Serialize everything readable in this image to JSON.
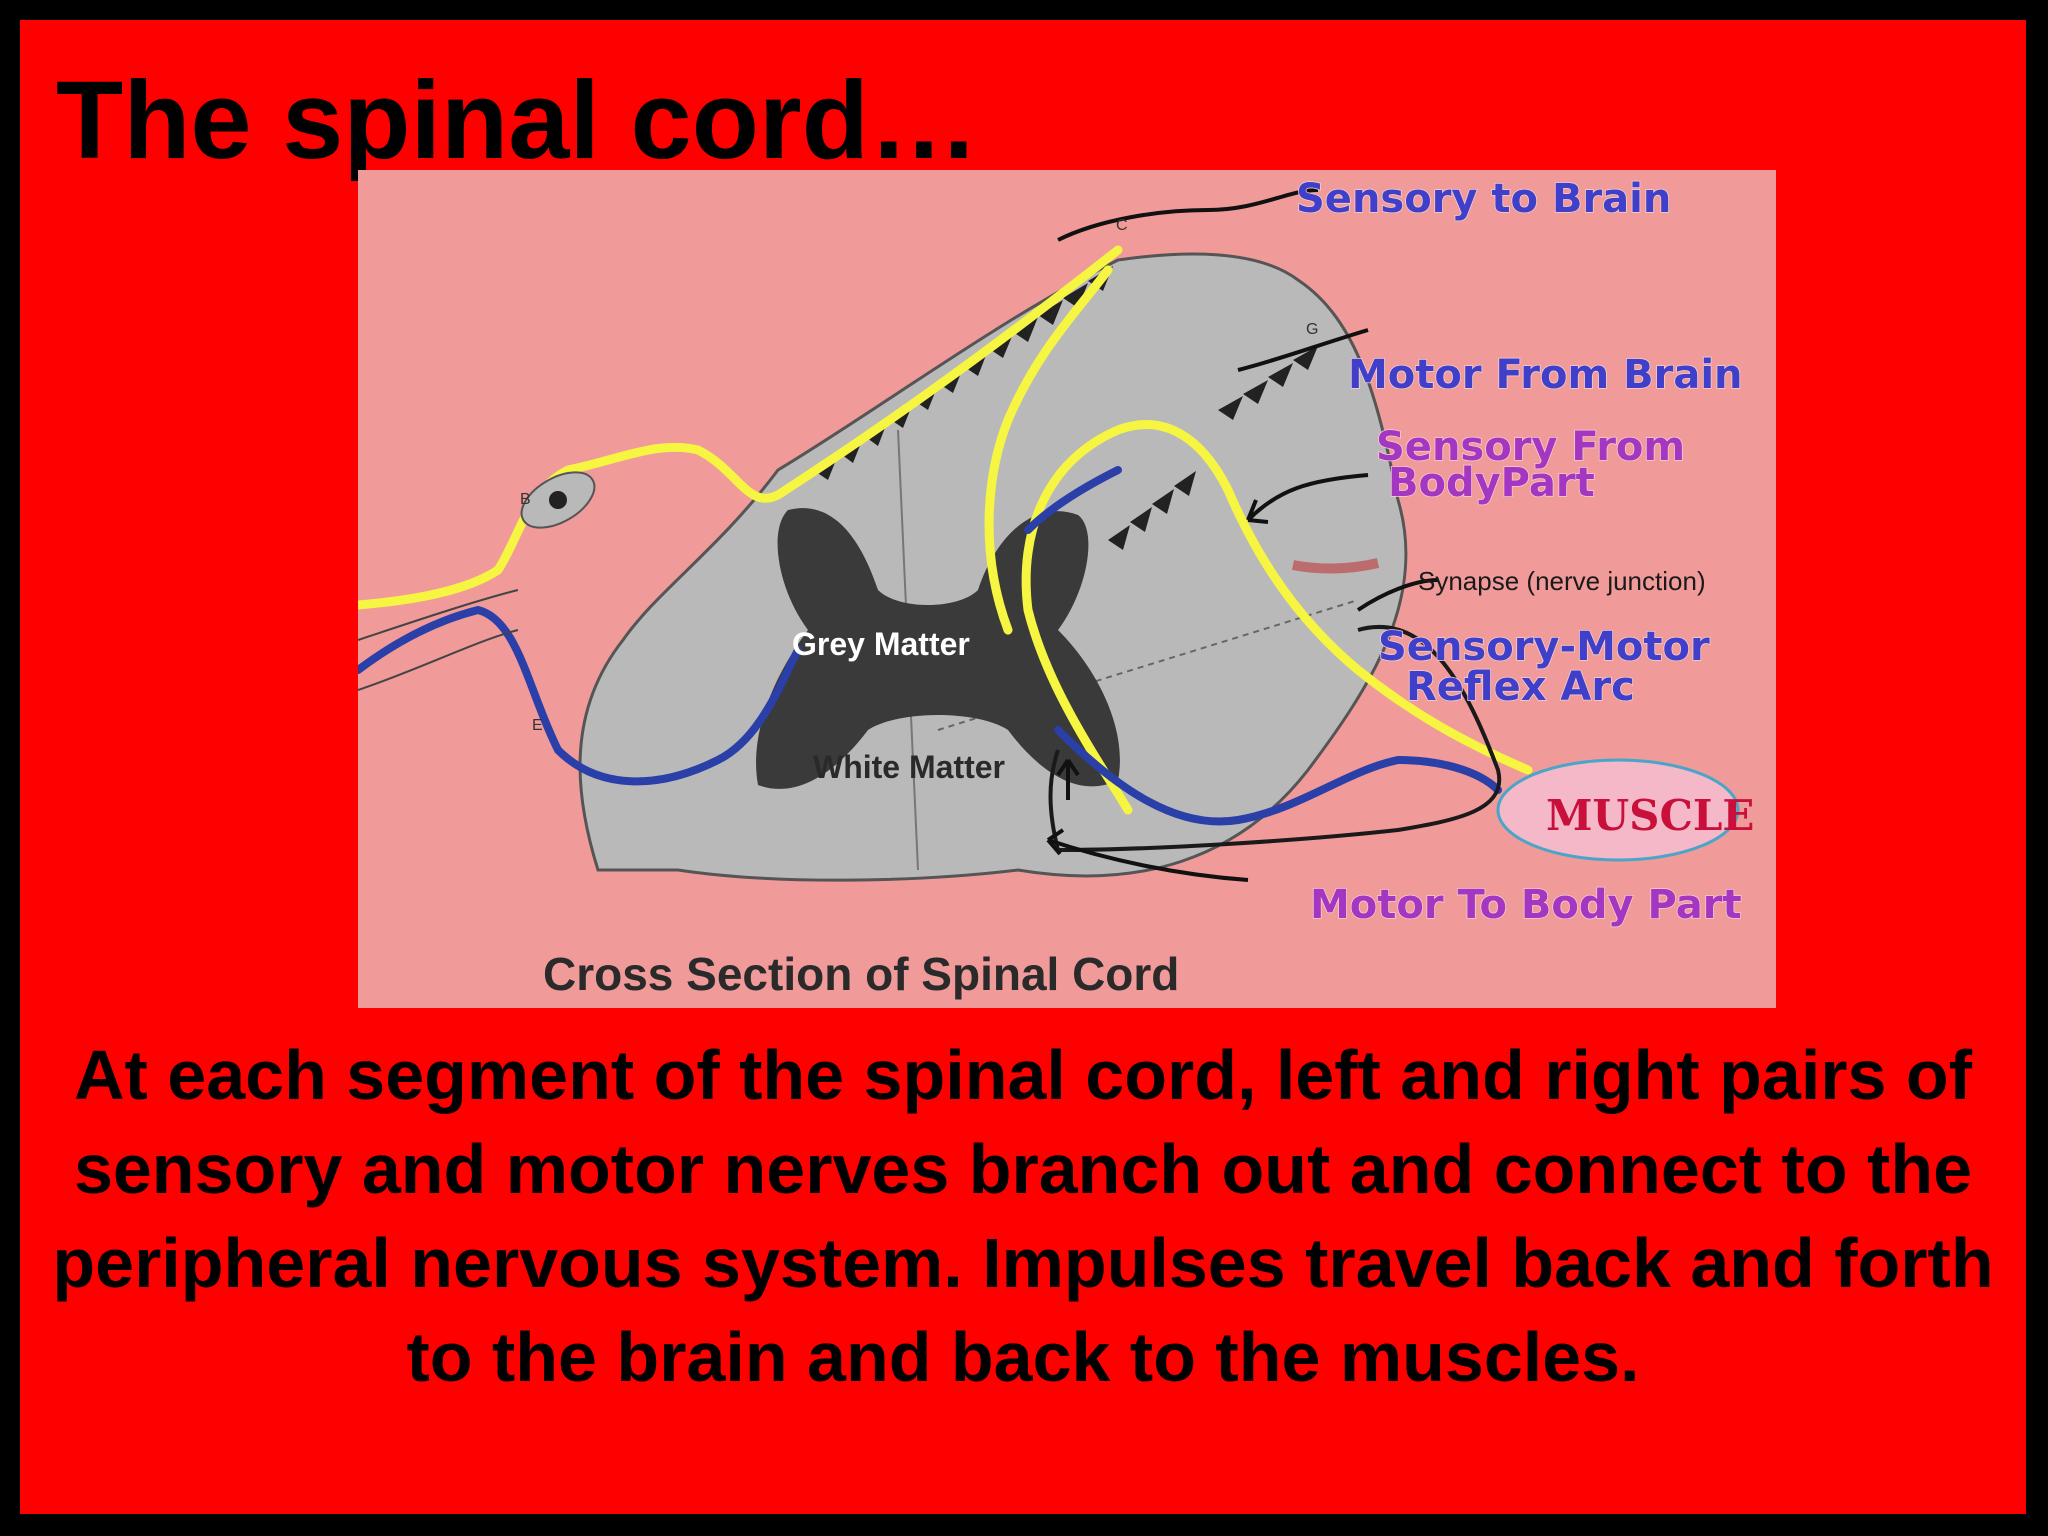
{
  "slide": {
    "title": "The spinal cord…",
    "body": "At each segment of the spinal cord, left and right pairs of sensory and motor nerves branch out and connect to the peripheral nervous system. Impulses travel back and forth to the brain and back to the muscles."
  },
  "diagram": {
    "caption": "Cross Section of Spinal Cord",
    "labels": {
      "sensory_to_brain": "Sensory to Brain",
      "motor_from_brain": "Motor From Brain",
      "sensory_from_line1": "Sensory From",
      "sensory_from_line2": "BodyPart",
      "synapse": "Synapse (nerve junction)",
      "reflex_line1": "Sensory-Motor",
      "reflex_line2": "Reflex Arc",
      "muscle": "MUSCLE",
      "motor_to_body": "Motor To Body Part",
      "grey_matter": "Grey Matter",
      "white_matter": "White Matter"
    },
    "letters": {
      "b": "B",
      "c": "C",
      "e": "E",
      "g": "G"
    },
    "colors": {
      "background": "#ff0000",
      "figure_background": "#f09a9a",
      "sensory_nerve": "#f5f542",
      "motor_nerve": "#2b3fa8",
      "cord": "#b8b8b8",
      "grey_matter": "#3a3a3a"
    }
  }
}
